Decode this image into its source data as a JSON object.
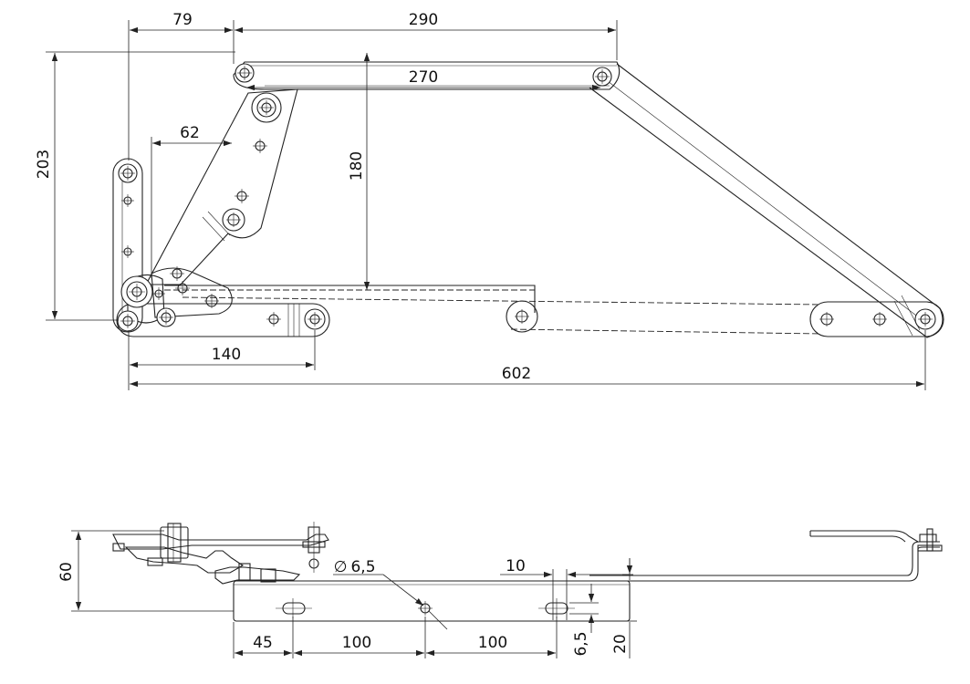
{
  "top_view": {
    "dimensions": {
      "d79": "79",
      "d290": "290",
      "d270": "270",
      "d62": "62",
      "d203": "203",
      "d180": "180",
      "d140": "140",
      "d602": "602"
    }
  },
  "side_view": {
    "dimensions": {
      "d60": "60",
      "d_hole": "6,5",
      "d10": "10",
      "d45": "45",
      "d100a": "100",
      "d100b": "100",
      "d6_5": "6,5",
      "d20": "20"
    },
    "diameter_symbol": "∅"
  }
}
